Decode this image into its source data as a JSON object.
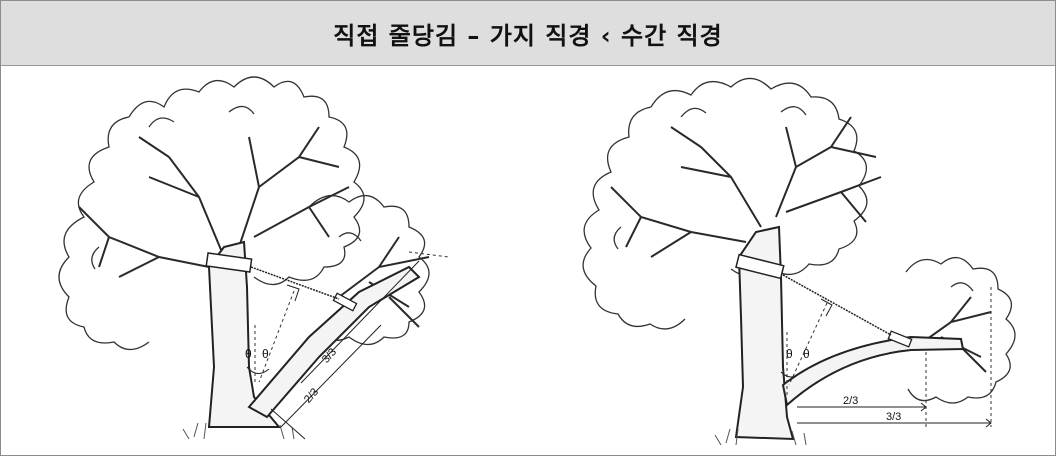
{
  "title": "직접 줄당김 – 가지 직경 ‹ 수간 직경",
  "left_figure": {
    "angle_left": "θ",
    "angle_right": "θ",
    "dim_full": "3/3",
    "dim_two_thirds": "2/3"
  },
  "right_figure": {
    "angle_left": "θ",
    "angle_right": "θ",
    "dim_two_thirds": "2/3",
    "dim_full": "3/3"
  }
}
